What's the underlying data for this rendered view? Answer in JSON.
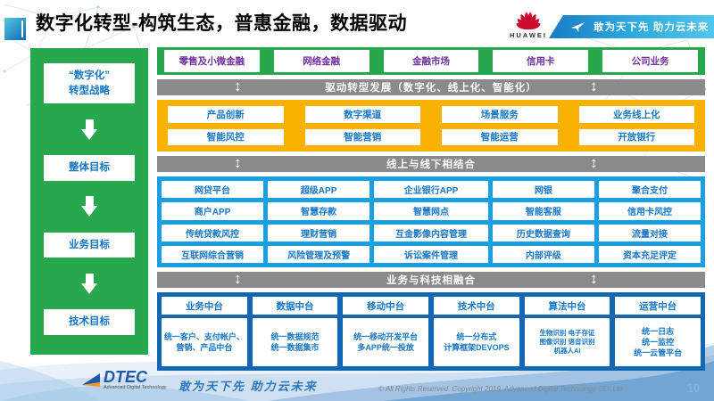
{
  "colors": {
    "green": "#28A84D",
    "yellow": "#F9B200",
    "cyan_blue": "#1B9FE3",
    "dark_blue": "#1566B3",
    "banner_gray": "#8A8A8A",
    "purple_text": "#7030A0",
    "blue_text": "#1877C5",
    "huawei_red": "#CC0A2D",
    "flag_gradient_start": "#1A7BC4",
    "flag_gradient_end": "#4FC6EC"
  },
  "icons": {
    "double_arrow": "↕"
  },
  "header": {
    "title": "数字化转型-构筑生态，普惠金融，数据驱动",
    "huawei_wordmark": "HUAWEI",
    "slogan": "敢为天下先 助力云未来"
  },
  "sidebar": {
    "items": [
      "“数字化”\n转型战略",
      "整体目标",
      "业务目标",
      "技术目标"
    ]
  },
  "main": {
    "business_lines": [
      "零售及小微金融",
      "网络金融",
      "金融市场",
      "信用卡",
      "公司业务"
    ],
    "banner_drive": "驱动转型发展（数字化、线上化、智能化）",
    "capability_rows": [
      [
        "产品创新",
        "数字渠道",
        "场景服务",
        "业务线上化"
      ],
      [
        "智能风控",
        "智能营销",
        "智能运营",
        "开放银行"
      ]
    ],
    "banner_online_offline": "线上与线下相结合",
    "application_rows": [
      [
        "网贷平台",
        "超级APP",
        "企业银行APP",
        "网银",
        "聚合支付"
      ],
      [
        "商户APP",
        "智慧存款",
        "智慧网点",
        "智能客服",
        "信用卡风控"
      ],
      [
        "传统贷款风控",
        "理财营销",
        "互金影像内容管理",
        "历史数据查询",
        "流量对接"
      ],
      [
        "互联网综合营销",
        "风险管理及预警",
        "诉讼案件管理",
        "内部评级",
        "资本充足评定"
      ]
    ],
    "banner_tech_fusion": "业务与科技相融合",
    "platforms": [
      {
        "title": "业务中台",
        "detail": "统一客户、支付帐户、营销、产品中台"
      },
      {
        "title": "数据中台",
        "detail": "统一数据规范\n统一数据集市"
      },
      {
        "title": "移动中台",
        "detail": "统一移动开发平台\n多APP统一投放"
      },
      {
        "title": "技术中台",
        "detail": "统一分布式\n计算框架DEVOPS"
      },
      {
        "title": "算法中台",
        "detail": "生物识别 电子存证\n图像识别 语音识别\n机器人AI"
      },
      {
        "title": "运营中台",
        "detail": "统一日志\n统一监控\n统一云管平台"
      }
    ]
  },
  "footer": {
    "logo_text": "DTEC",
    "logo_subtext": "Advanced Digital Technology",
    "slogan": "敢为天下先   助力云未来",
    "copyright": "© All Rights Reserved. Copyright 2019, Advanced Digital Technology CO.,Ltd",
    "page_number": "10"
  }
}
